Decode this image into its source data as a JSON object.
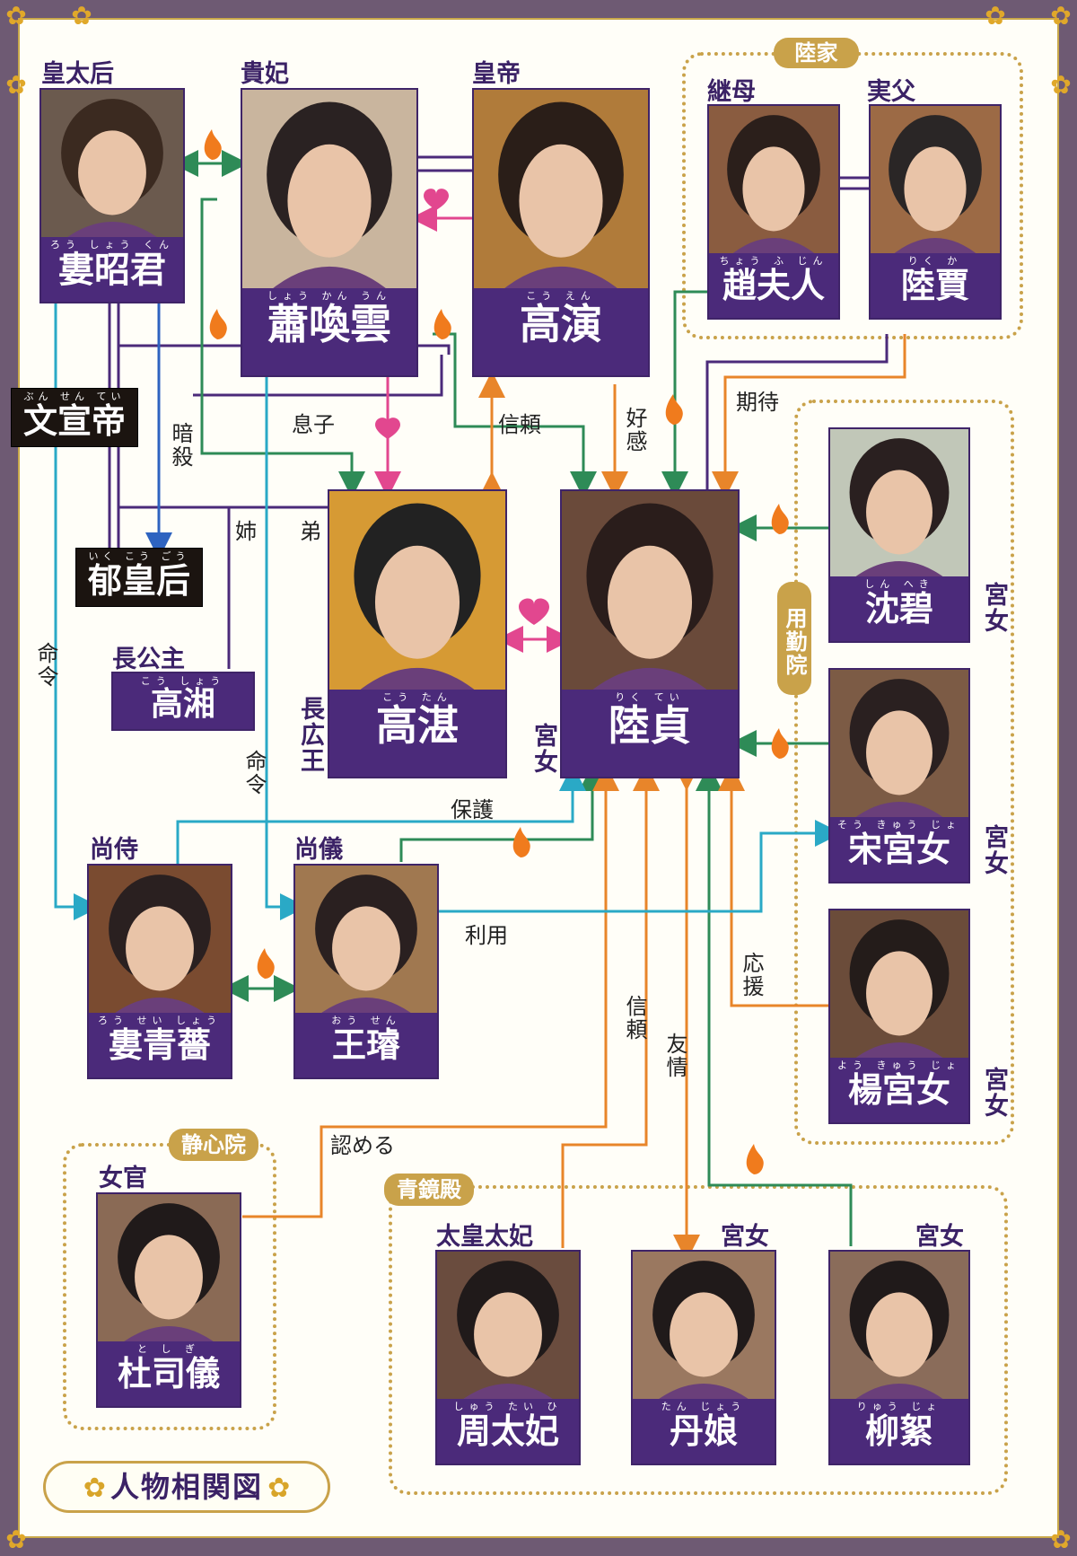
{
  "title": "人物相関図",
  "colors": {
    "frame": "#6e5a73",
    "card": "#4b2a7a",
    "gold": "#c9a24a",
    "purple_line": "#4b2a7a",
    "orange_line": "#e8852a",
    "green_line": "#2e8b57",
    "cyan_line": "#2aa9c6",
    "blue_line": "#2e63c0",
    "pink_line": "#e2478f"
  },
  "groups": {
    "riku": "陸家",
    "youkin": "用勤院",
    "seishin": "静心院",
    "seikyou": "青鏡殿"
  },
  "roles": {
    "koutaigou": "皇太后",
    "kihi": "貴妃",
    "koutei": "皇帝",
    "keibo": "継母",
    "jippu": "実父",
    "choukoushu": "長公主",
    "choukouou": "長広王",
    "kyujo_center": "宮女",
    "shouji": "尚侍",
    "shougi": "尚儀",
    "kyujo_1": "宮女",
    "kyujo_2": "宮女",
    "kyujo_3": "宮女",
    "nyokan": "女官",
    "taikoutaihi": "太皇太妃",
    "kyujo_4": "宮女",
    "kyujo_5": "宮女"
  },
  "characters": {
    "rou_shoukun": {
      "ruby": "ろう しょう くん",
      "name": "婁昭君"
    },
    "shou_kanun": {
      "ruby": "しょう かん うん",
      "name": "蕭喚雲"
    },
    "kou_en": {
      "ruby": "こう えん",
      "name": "高演"
    },
    "chou_fujin": {
      "ruby": "ちょう ふ じん",
      "name": "趙夫人"
    },
    "riku_ka": {
      "ruby": "りく か",
      "name": "陸賈"
    },
    "bunsentei": {
      "ruby": "ぶん せん てい",
      "name": "文宣帝"
    },
    "iku_kougou": {
      "ruby": "いく こう ごう",
      "name": "郁皇后"
    },
    "kou_shou": {
      "ruby": "こう しょう",
      "name": "高湘"
    },
    "kou_tan": {
      "ruby": "こう たん",
      "name": "高湛"
    },
    "riku_tei": {
      "ruby": "りく てい",
      "name": "陸貞"
    },
    "shin_heki": {
      "ruby": "しん へき",
      "name": "沈碧"
    },
    "sou_kyujo": {
      "ruby": "そう きゅう じょ",
      "name": "宋宮女"
    },
    "you_kyujo": {
      "ruby": "よう きゅう じょ",
      "name": "楊宮女"
    },
    "rou_seishou": {
      "ruby": "ろう せい しょう",
      "name": "婁青薔"
    },
    "ou_sen": {
      "ruby": "おう せん",
      "name": "王璿"
    },
    "to_shigi": {
      "ruby": "と し ぎ",
      "name": "杜司儀"
    },
    "shuu_taihi": {
      "ruby": "しゅう たい ひ",
      "name": "周太妃"
    },
    "tan_jou": {
      "ruby": "たん じょう",
      "name": "丹娘"
    },
    "ryuu_jo": {
      "ruby": "りゅう じょ",
      "name": "柳絮"
    }
  },
  "relations": {
    "musuko": "息子",
    "ansatsu": "暗殺",
    "shinrai_1": "信頼",
    "koukan": "好感",
    "kitai": "期待",
    "ane": "姉",
    "otouto": "弟",
    "meirei_1": "命令",
    "meirei_2": "命令",
    "hogo": "保護",
    "riyou": "利用",
    "shinrai_2": "信頼",
    "yuujou": "友情",
    "ouen": "応援",
    "mitomeru": "認める"
  }
}
